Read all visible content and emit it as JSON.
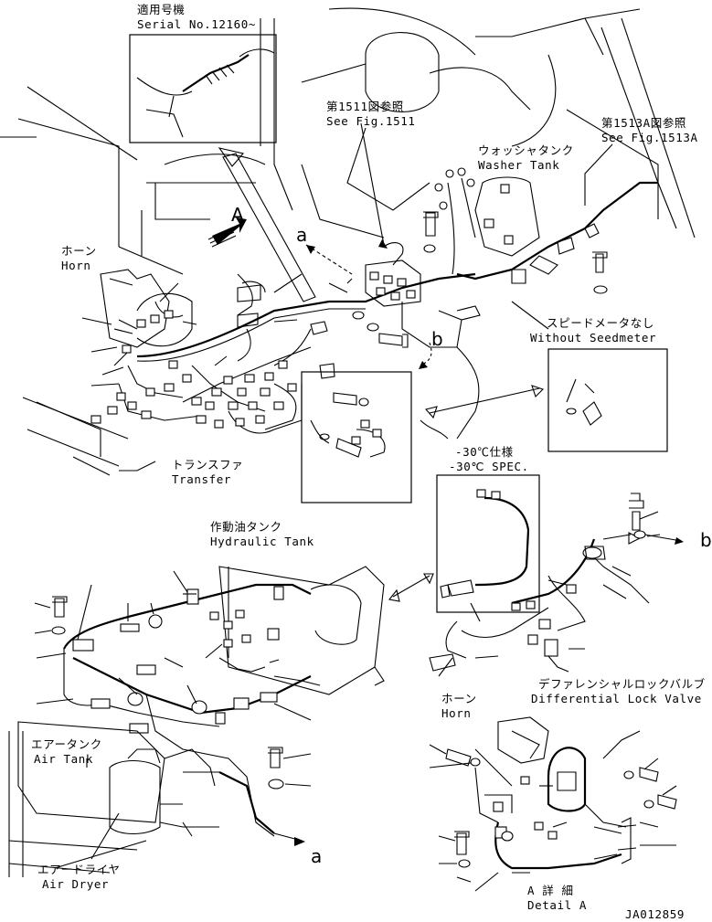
{
  "labels": {
    "serial_jp": "適用号機",
    "serial_en": "Serial No.12160~",
    "fig1511_jp": "第1511図参照",
    "fig1511_en": "See Fig.1511",
    "fig1513_jp": "第1513A図参照",
    "fig1513_en": "See Fig.1513A",
    "washer_jp": "ウォッシャタンク",
    "washer_en": "Washer Tank",
    "horn_jp": "ホーン",
    "horn_en": "Horn",
    "speedo_jp": "スピードメータなし",
    "speedo_en": "Without Seedmeter",
    "transfer_jp": "トランスファ",
    "transfer_en": "Transfer",
    "spec_jp": "-30℃仕様",
    "spec_en": "-30℃ SPEC.",
    "hyd_jp": "作動油タンク",
    "hyd_en": "Hydraulic Tank",
    "difflock_jp": "デファレンシャルロックバルブ",
    "difflock_en": "Differential Lock Valve",
    "horn2_jp": "ホーン",
    "horn2_en": "Horn",
    "airtank_jp": "エアータンク",
    "airtank_en": "Air Tank",
    "airdryer_jp": "エアードライヤ",
    "airdryer_en": "Air Dryer",
    "detail_jp": "A 詳 細",
    "detail_en": "Detail A",
    "view_a": "A",
    "ref_a1": "a",
    "ref_b1": "b",
    "ref_b2": "b",
    "ref_a2": "a",
    "code": "JA012859"
  }
}
